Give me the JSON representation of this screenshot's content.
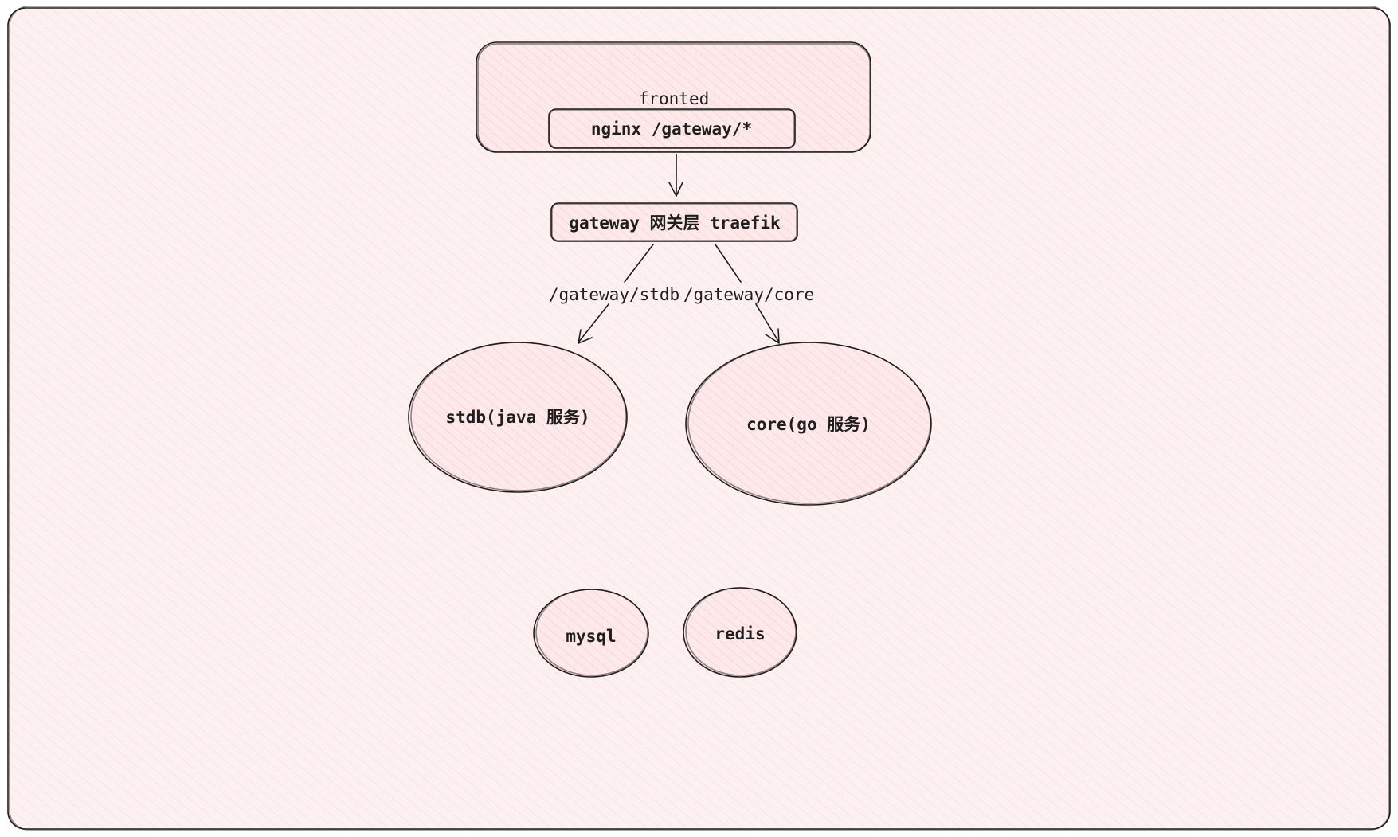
{
  "colors": {
    "fill": "#fde8ea",
    "hatch": "#f4b9c0",
    "stroke": "#1e1e1e"
  },
  "nodes": {
    "frontend_group": {
      "label": "fronted"
    },
    "nginx": {
      "label": "nginx /gateway/*"
    },
    "gateway": {
      "label": "gateway 网关层 traefik"
    },
    "stdb": {
      "label": "stdb(java 服务)"
    },
    "core": {
      "label": "core(go 服务)"
    },
    "mysql": {
      "label": "mysql"
    },
    "redis": {
      "label": "redis"
    }
  },
  "edges": {
    "nginx_to_gateway": {
      "label": ""
    },
    "gateway_to_stdb": {
      "label": "/gateway/stdb"
    },
    "gateway_to_core": {
      "label": "/gateway/core"
    }
  }
}
